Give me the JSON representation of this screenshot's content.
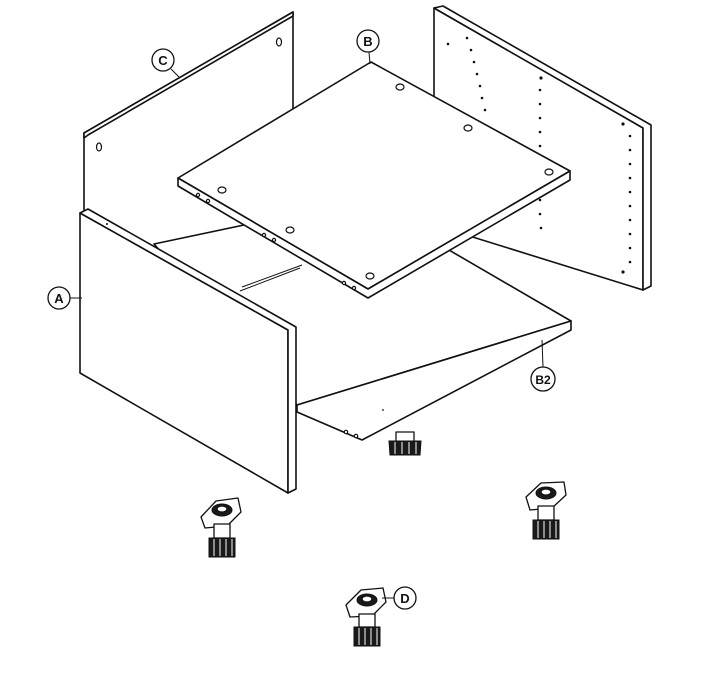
{
  "labels": {
    "a": "A",
    "b": "B",
    "b2": "B2",
    "c": "C",
    "d": "D"
  },
  "colors": {
    "line": "#111111",
    "background": "#ffffff"
  }
}
